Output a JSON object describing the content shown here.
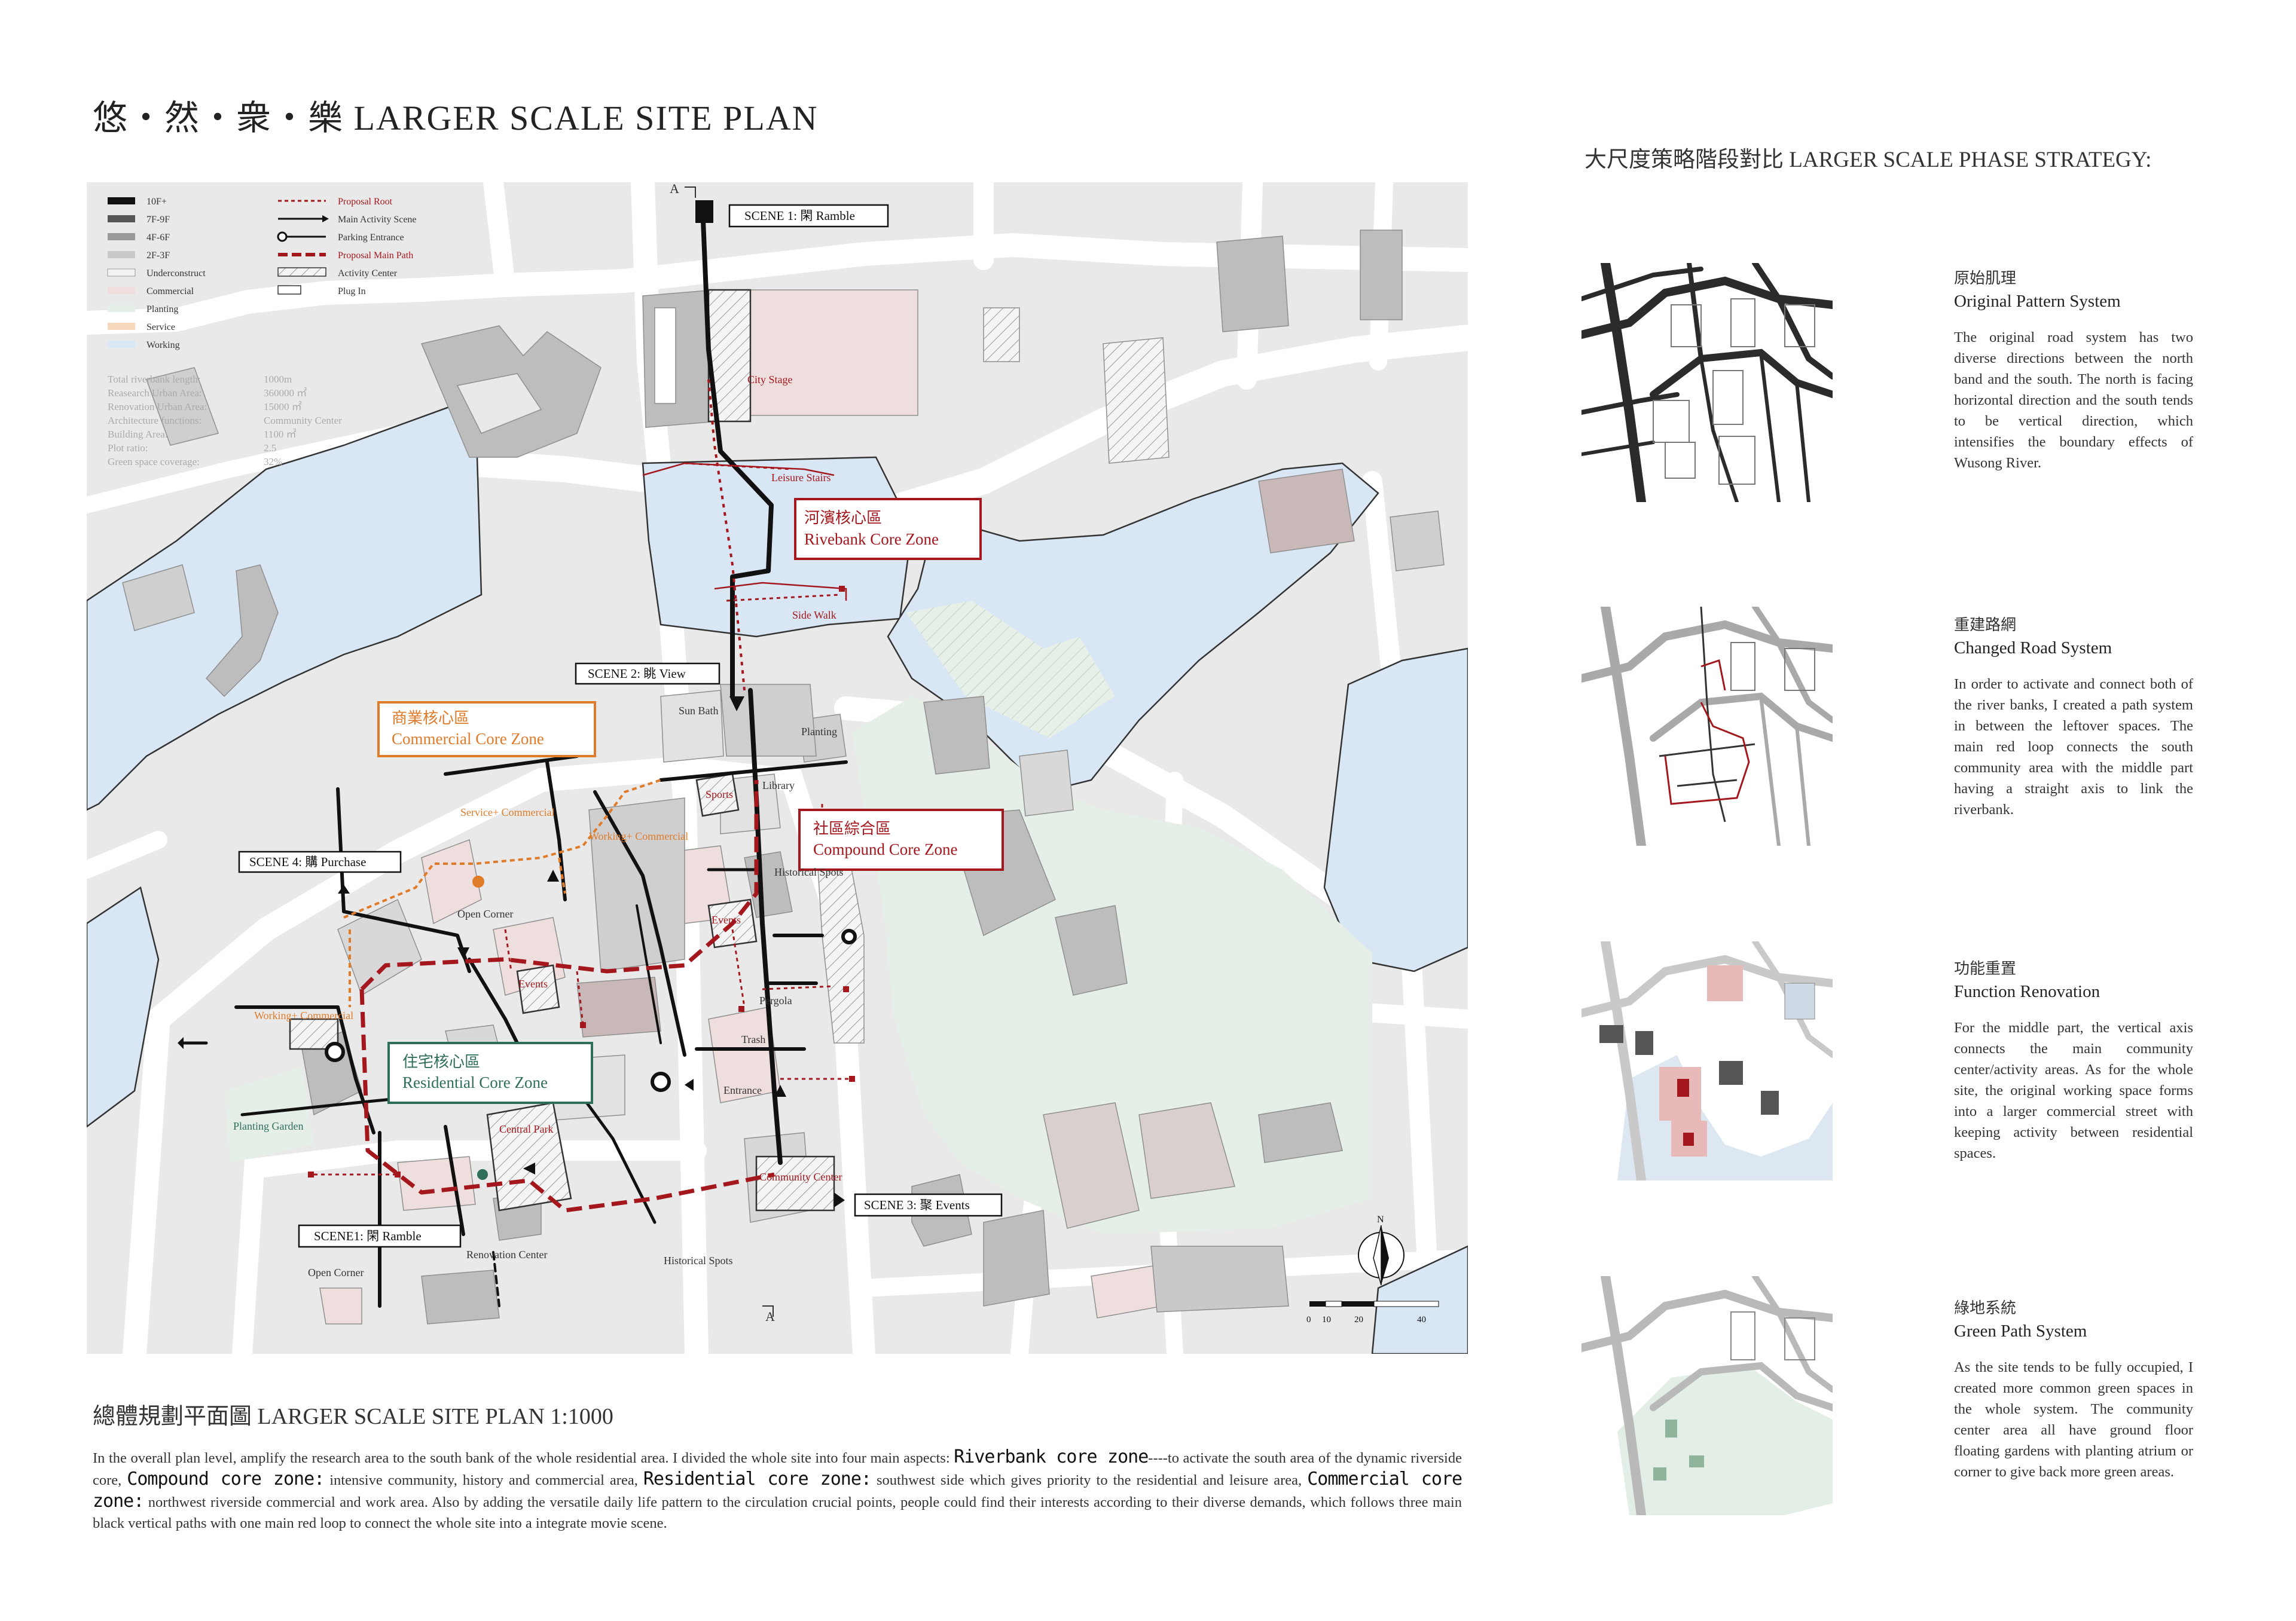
{
  "page": {
    "title": "悠・然・衆・樂  LARGER SCALE SITE PLAN",
    "phase_heading": "大尺度策略階段對比 LARGER SCALE PHASE STRATEGY:"
  },
  "legend": {
    "building_heights": [
      "10F+",
      "7F-9F",
      "4F-6F",
      "2F-3F",
      "Underconstruct",
      "Commercial",
      "Planting",
      "Service",
      "Working"
    ],
    "symbols": [
      "Proposal Root",
      "Main Activity Scene",
      "Parking Entrance",
      "Proposal Main Path",
      "Activity Center",
      "Plug In"
    ]
  },
  "stats": {
    "labels": [
      "Total riverbank length:",
      "Reasearch Urban Area:",
      "Renovation Urban Area:",
      "Architecture functions:",
      "Building Area:",
      "Plot ratio:",
      "Green space coverage:"
    ],
    "values": [
      "1000m",
      "360000 ㎡",
      "15000 ㎡",
      "Community Center",
      "1100 ㎡",
      "2.5",
      "32%"
    ]
  },
  "zones": {
    "riverbank_cn": "河濱核心區",
    "riverbank_en": "Rivebank Core Zone",
    "commercial_cn": "商業核心區",
    "commercial_en": "Commercial Core Zone",
    "compound_cn": "社區綜合區",
    "compound_en": "Compound Core Zone",
    "residential_cn": "住宅核心區",
    "residential_en": "Residential Core Zone"
  },
  "scenes": {
    "scene1_top": "SCENE 1: 閑  Ramble",
    "scene2": "SCENE 2: 眺 View",
    "scene3": "SCENE 3: 聚 Events",
    "scene4": "SCENE 4:  購 Purchase",
    "scene1_bottom": "SCENE1:  閑 Ramble"
  },
  "map_labels": {
    "section_a": "A",
    "city_stage": "City Stage",
    "leisure_stairs": "Leisure Stairs",
    "side_walk": "Side Walk",
    "sun_bath": "Sun Bath",
    "planting": "Planting",
    "sports": "Sports",
    "library": "Library",
    "service_commercial": "Service+ Commercial",
    "working_commercial_1": "Working+ Commercial",
    "historical_spots_1": "Historical Spots",
    "events_1": "Events",
    "open_corner_1": "Open Corner",
    "events_2": "Events",
    "pergola": "Pergola",
    "trash": "Trash",
    "working_commercial_2": "Working+ Commercial",
    "entrance": "Entrance",
    "planting_garden": "Planting Garden",
    "central_park": "Central Park",
    "community_center": "Community Center",
    "open_corner_2": "Open Corner",
    "renovation_center": "Renovation Center",
    "historical_spots_2": "Historical Spots",
    "north": "N",
    "scale_values": [
      "0",
      "10",
      "20",
      "40"
    ]
  },
  "plan": {
    "caption": "總體規劃平面圖 LARGER SCALE SITE PLAN 1:1000",
    "body_1": "In the overall plan level, amplify the research area to the south bank of the whole residential area. I divided the whole site into four main aspects: ",
    "kw_riverbank": "Riverbank core zone",
    "body_2": "----to activate the south area of the dynamic riverside core, ",
    "kw_compound": "Compound core zone:",
    "body_3": " intensive community, history and commercial area, ",
    "kw_residential": "Residential core zone:",
    "body_4": " southwest side which gives priority to the residential and leisure area, ",
    "kw_commercial": "Commercial core zone:",
    "body_5": " northwest riverside commercial and work area. Also by adding the versatile daily life pattern to the circulation crucial points, people could find their interests according to their diverse demands, which follows three main black vertical paths with one main red loop to connect the whole site into a integrate movie scene."
  },
  "phases": [
    {
      "cn": "原始肌理",
      "en": "Original Pattern System",
      "desc": "The original road system has two diverse directions between the north band and the south. The north is facing horizontal direction and the south tends to be vertical direction, which intensifies the boundary effects of Wusong River."
    },
    {
      "cn": "重建路網",
      "en": "Changed Road System",
      "desc": "In order to activate and connect both of the river banks, I created a path system in between the leftover spaces. The main red loop connects the south community area with the middle part having a straight axis to link the riverbank."
    },
    {
      "cn": "功能重置",
      "en": "Function Renovation",
      "desc": "For the middle part, the vertical axis connects the main community center/activity areas. As for the whole site, the original working space forms into a larger commercial street with keeping activity between residential spaces."
    },
    {
      "cn": "綠地系統",
      "en": "Green Path System",
      "desc": "As the site tends to be fully occupied, I created more common green spaces in the whole system. The community center area all have ground floor floating gardens with planting atrium or corner to give back more green areas."
    }
  ],
  "colors": {
    "road": "#ffffff",
    "block": "#e9e9e9",
    "water": "#d9e6f3",
    "green": "#e5efe7",
    "commercial": "#efdede",
    "red": "#a3171d",
    "orange": "#e07b2a",
    "teal": "#2f6e5a"
  }
}
